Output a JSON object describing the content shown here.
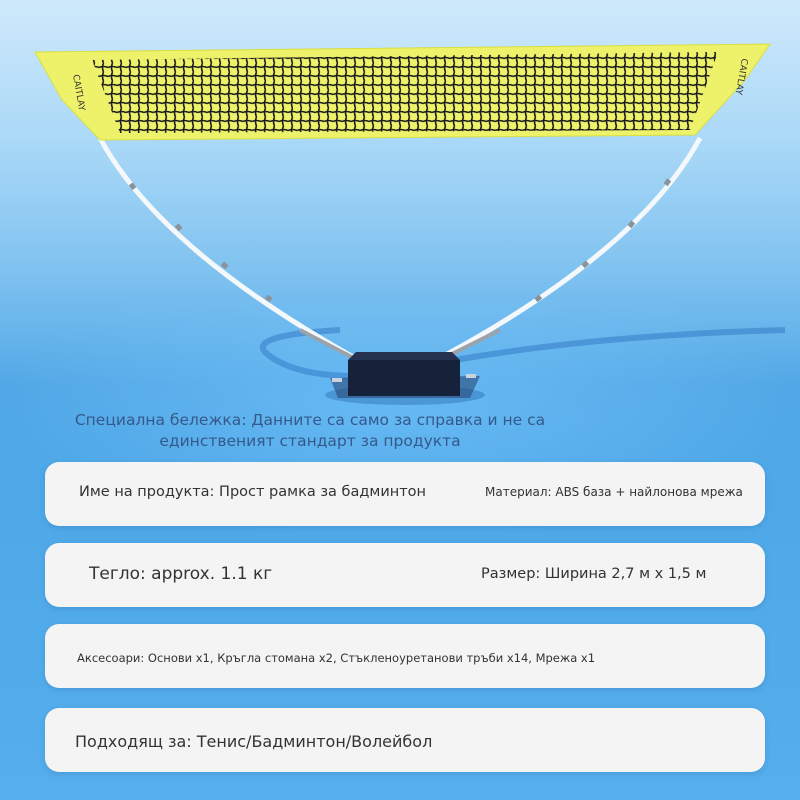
{
  "note": {
    "line1": "Специална бележка: Данните са само за справка и не са",
    "line2": "единственият стандарт за продукта"
  },
  "net": {
    "brand_left": "CAITLAY",
    "brand_right": "CAITLAY",
    "tape_color": "#eef26a",
    "mesh_color": "#1c1c1c"
  },
  "specs": {
    "product_name": "Име на продукта: Прост рамка за бадминтон",
    "material": "Материал: ABS база + найлонова мрежа",
    "weight": "Тегло: approx. 1.1 кг",
    "size": "Размер: Ширина 2,7 м x 1,5 м",
    "accessories": "Аксесоари: Основи x1, Кръгла стомана x2, Стъклено­уретанови тръби x14, Мрежа x1",
    "suitable": "Подходящ за: Тенис/Бадминтон/Волейбол"
  }
}
